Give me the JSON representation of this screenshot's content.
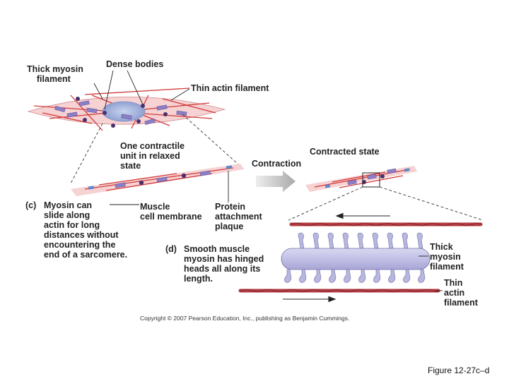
{
  "labels": {
    "thick_myosin_top": "Thick myosin\n    filament",
    "dense_bodies": "Dense bodies",
    "thin_actin_top": "Thin actin filament",
    "one_contractile_unit": "One contractile\nunit in relaxed\nstate",
    "contraction": "Contraction",
    "contracted_state": "Contracted state",
    "c_letter": "(c)",
    "c_text": "Myosin can\nslide along\nactin for long\ndistances without\nencountering the\nend of a sarcomere.",
    "muscle_cell_membrane": "Muscle\ncell membrane",
    "protein_plaque": "Protein\nattachment\nplaque",
    "d_letter": "(d)",
    "d_text": "Smooth muscle\nmyosin has hinged\nheads all along its\nlength.",
    "thick_myosin_bottom": "Thick\nmyosin\nfilament",
    "thin_actin_bottom": "Thin\nactin\nfilament"
  },
  "copyright": "Copyright © 2007 Pearson Education, Inc., publishing as Benjamin Cummings.",
  "figure_ref": "Figure 12-27c–d",
  "colors": {
    "cell_fill": "#f6d2d3",
    "actin_line": "#d23a3a",
    "myosin_box": "#8c7fc6",
    "dense_body": "#4b2f6b",
    "nucleus": "#aebde0",
    "arrow_gray": "#b7b7b7",
    "actin_bead": "#b33a3f",
    "myosin_shaft": "#c5c3e6",
    "myosin_head": "#b8b7de"
  }
}
